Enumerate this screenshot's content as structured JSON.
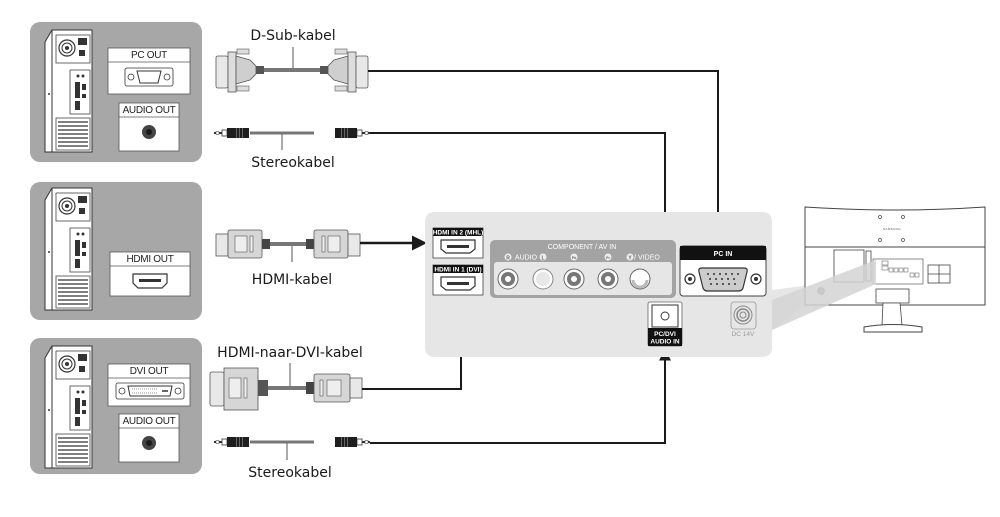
{
  "diagram": {
    "title": "PC connection diagram",
    "colors": {
      "pc_panel": "#a7a7a7",
      "monitor_panel": "#e6e6e6",
      "component_group": "#a3a3a3",
      "cable_line": "#1a1a1a",
      "port_tag_bg": "#111111"
    },
    "pcs": [
      {
        "id": "pc-dsub",
        "ports": [
          {
            "label": "PC OUT",
            "icon": "vga-port-icon"
          },
          {
            "label": "AUDIO OUT",
            "icon": "audio-jack-icon"
          }
        ]
      },
      {
        "id": "pc-hdmi",
        "ports": [
          {
            "label": "HDMI OUT",
            "icon": "hdmi-port-icon"
          }
        ]
      },
      {
        "id": "pc-dvi",
        "ports": [
          {
            "label": "DVI OUT",
            "icon": "dvi-port-icon"
          },
          {
            "label": "AUDIO OUT",
            "icon": "audio-jack-icon"
          }
        ]
      }
    ],
    "cables": [
      {
        "label": "D-Sub-kabel",
        "icon": "vga-cable-icon",
        "target": "PC IN"
      },
      {
        "label": "Stereokabel",
        "icon": "stereo-cable-icon",
        "target": "PC/DVI AUDIO IN"
      },
      {
        "label": "HDMI-kabel",
        "icon": "hdmi-cable-icon",
        "target": "HDMI IN 2 (MHL)"
      },
      {
        "label": "HDMI-naar-DVI-kabel",
        "icon": "hdmi-dvi-cable-icon",
        "target": "HDMI IN 1 (DVI)"
      },
      {
        "label": "Stereokabel",
        "icon": "stereo-cable-icon",
        "target": "PC/DVI AUDIO IN"
      }
    ],
    "monitor_panel": {
      "hdmi_in_2": "HDMI IN 2 (MHL)",
      "hdmi_in_1": "HDMI IN 1 (DVI)",
      "component_group_title": "COMPONENT / AV IN",
      "component_labels": {
        "audio_r": "R",
        "audio": "AUDIO",
        "audio_l": "L",
        "pb": "Pb",
        "pr": "Pr",
        "y": "Y",
        "video": "/ VIDEO"
      },
      "pc_in": "PC IN",
      "pc_dvi_audio_in_line1": "PC/DVI",
      "pc_dvi_audio_in_line2": "AUDIO IN",
      "dc": "DC 14V"
    },
    "monitor": {
      "brand_logo": "SAMSUNG"
    }
  }
}
